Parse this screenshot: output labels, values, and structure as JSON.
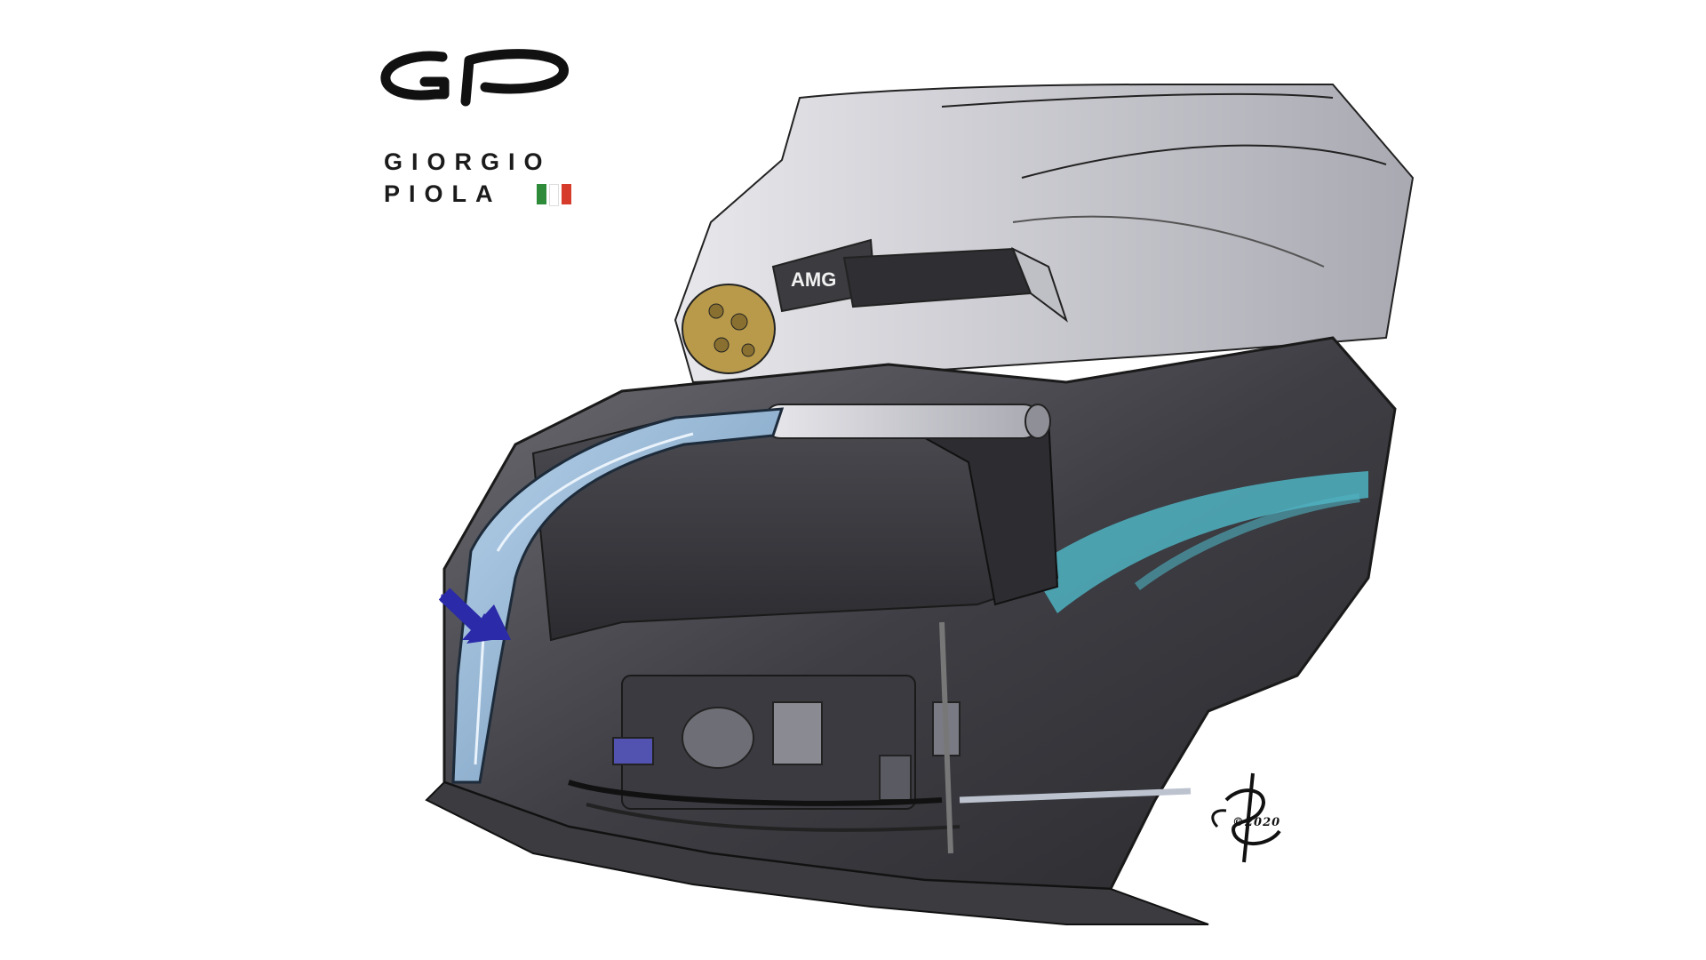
{
  "brand": {
    "line1": "GIORGIO",
    "line2": "PIOLA",
    "logo_icon": "gp-monogram-logo",
    "flag_colors": [
      "#2e8b3a",
      "#ffffff",
      "#d63b2b"
    ]
  },
  "illustration": {
    "subject": "car-sidepod-cutaway",
    "badge_text": "AMG",
    "arrow_icon": "pointer-arrow-icon",
    "colors": {
      "arrow": "#2b2aa8",
      "bodywork": "#4a4a4f",
      "accent_teal": "#4fb3c2",
      "highlight_blue": "#8fb8d8",
      "gold_part": "#b89a4a"
    }
  },
  "signature": {
    "text": "©2020"
  }
}
